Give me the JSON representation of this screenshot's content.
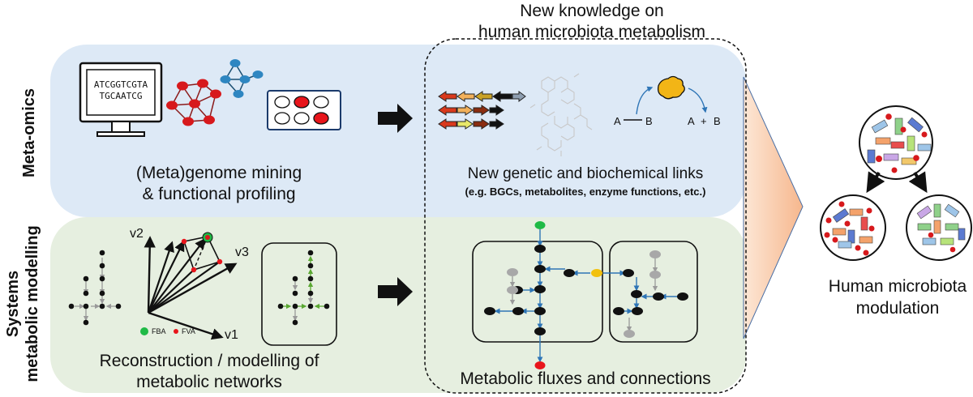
{
  "header": {
    "title_line1": "New knowledge on",
    "title_line2": "human microbiota metabolism"
  },
  "meta_omics": {
    "side_label": "Meta-omics",
    "dna_line1": "ATCGGTCGTA",
    "dna_line2": "TGCAATCG",
    "mining_line1": "(Meta)genome mining",
    "mining_line2": "& functional profiling",
    "links_title": "New genetic and biochemical links",
    "links_sub": "(e.g. BGCs, metabolites, enzyme functions, etc.)",
    "reaction_A1": "A",
    "reaction_B1": "B",
    "reaction_A2": "A",
    "reaction_plus": "+",
    "reaction_B2": "B"
  },
  "systems": {
    "side_label_line1": "Systems",
    "side_label_line2": "metabolic modelling",
    "axis_v1": "v1",
    "axis_v2": "v2",
    "axis_v3": "v3",
    "legend_fba": "FBA",
    "legend_fva": "FVA",
    "recon_line1": "Reconstruction / modelling of",
    "recon_line2": "metabolic networks",
    "fluxes_title": "Metabolic fluxes and connections"
  },
  "outcome": {
    "line1": "Human microbiota",
    "line2": "modulation"
  },
  "colors": {
    "meta_bg": "#dde9f6",
    "systems_bg": "#e6efe0",
    "node_red": "#d7191c",
    "node_blue": "#2e86c1",
    "arrow_blue": "#2e75b6",
    "node_green": "#1fba46",
    "node_yellow": "#f2c10f",
    "cone": "#f6b78d"
  }
}
